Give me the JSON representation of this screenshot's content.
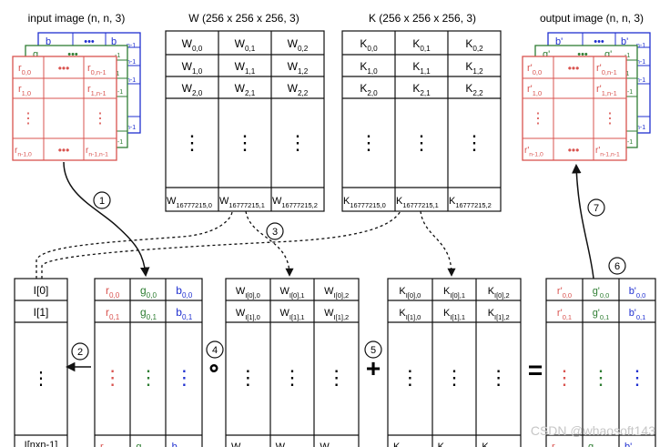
{
  "colors": {
    "red": "#d9534f",
    "green": "#2e7d32",
    "blue": "#1f2fd0",
    "ink": "#111111"
  },
  "input_image": {
    "title": "input image (n, n, 3)",
    "blue": {
      "c00": "b",
      "c01": "b"
    },
    "green": {
      "c00": "g"
    },
    "red": {
      "c00": "r_{0,0}",
      "c01": "r_{0,n-1}",
      "c10": "r_{1,0}",
      "c11": "r_{1,n-1}",
      "c20": "r_{n-1,0}",
      "c21": "r_{n-1,n-1}"
    },
    "blue_side": [
      "n-1",
      "n-1",
      "n-1",
      "n-1"
    ],
    "green_side": [
      "-1",
      "-1",
      "n-1",
      "n-1"
    ]
  },
  "w_table": {
    "title": "W (256 x 256 x 256, 3)",
    "rows": [
      [
        "W_{0,0}",
        "W_{0,1}",
        "W_{0,2}"
      ],
      [
        "W_{1,0}",
        "W_{1,1}",
        "W_{1,2}"
      ],
      [
        "W_{2,0}",
        "W_{2,1}",
        "W_{2,2}"
      ]
    ],
    "last": [
      "W_{16777215,0}",
      "W_{16777215,1}",
      "W_{16777215,2}"
    ]
  },
  "k_table": {
    "title": "K (256 x 256 x 256, 3)",
    "rows": [
      [
        "K_{0,0}",
        "K_{0,1}",
        "K_{0,2}"
      ],
      [
        "K_{1,0}",
        "K_{1,1}",
        "K_{1,2}"
      ],
      [
        "K_{2,0}",
        "K_{2,1}",
        "K_{2,2}"
      ]
    ],
    "last": [
      "K_{16777215,0}",
      "K_{16777215,1}",
      "K_{16777215,2}"
    ]
  },
  "output_image": {
    "title": "output image (n, n, 3)",
    "blue": {
      "c00": "b'",
      "c01": "b'"
    },
    "green": {
      "c00": "g'",
      "c01": "g'"
    },
    "red": {
      "c00": "r'_{0,0}",
      "c01": "r'_{0,n-1}",
      "c10": "r'_{1,0}",
      "c11": "r'_{1,n-1}",
      "c20": "r'_{n-1,0}",
      "c21": "r'_{n-1,n-1}"
    },
    "blue_side": [
      "n-1",
      "n-1",
      "n-1",
      "n-1"
    ],
    "green_side": [
      "-1",
      "-1",
      "n-1",
      "n-1"
    ]
  },
  "index_column": {
    "rows": [
      "I[0]",
      "I[1]"
    ],
    "last": "I[nxn-1]"
  },
  "rgb_column": {
    "rows": [
      [
        "r_{0,0}",
        "g_{0,0}",
        "b_{0,0}"
      ],
      [
        "r_{0,1}",
        "g_{0,1}",
        "b_{0,1}"
      ]
    ],
    "last": [
      "r",
      "g",
      "b"
    ]
  },
  "w_selected": {
    "rows": [
      [
        "W_{I[0],0}",
        "W_{I[0],1}",
        "W_{I[0],2}"
      ],
      [
        "W_{I[1],0}",
        "W_{I[1],1}",
        "W_{I[1],2}"
      ]
    ],
    "last": [
      "W",
      "W",
      "W"
    ]
  },
  "k_selected": {
    "rows": [
      [
        "K_{I[0],0}",
        "K_{I[0],1}",
        "K_{I[0],2}"
      ],
      [
        "K_{I[1],0}",
        "K_{I[1],1}",
        "K_{I[1],2}"
      ]
    ],
    "last": [
      "K",
      "K",
      "K"
    ]
  },
  "output_column": {
    "rows": [
      [
        "r'_{0,0}",
        "g'_{0,0}",
        "b'_{0,0}"
      ],
      [
        "r'_{0,1}",
        "g'_{0,1}",
        "b'_{0,1}"
      ]
    ],
    "last": [
      "r",
      "g",
      "b'"
    ]
  },
  "steps": [
    "1",
    "2",
    "3",
    "4",
    "5",
    "6",
    "7"
  ],
  "operators": {
    "hadamard": "∘",
    "plus": "+",
    "equals": "="
  },
  "ellipsis": "•••",
  "vdots": "⋮",
  "watermark": "CSDN @whaosoft143"
}
